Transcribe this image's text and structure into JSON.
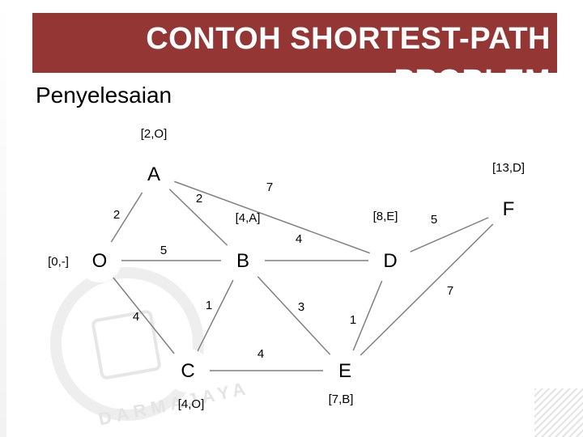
{
  "title": "CONTOH SHORTEST-PATH PROBLEM",
  "subtitle": "Penyelesaian",
  "colors": {
    "title_bar": "#943634",
    "title_text": "#ffffff",
    "node_fill": "#ffffff",
    "edge": "#7f7f7f"
  },
  "watermark": {
    "logo_text": "DARMAJAYA"
  },
  "nodes": [
    {
      "id": "A",
      "label": "A",
      "annotation": "[2,O]"
    },
    {
      "id": "O",
      "label": "O",
      "annotation": "[0,-]"
    },
    {
      "id": "B",
      "label": "B",
      "annotation": "[4,A]"
    },
    {
      "id": "C",
      "label": "C",
      "annotation": "[4,O]"
    },
    {
      "id": "D",
      "label": "D",
      "annotation": "[8,E]"
    },
    {
      "id": "E",
      "label": "E",
      "annotation": "[7,B]"
    },
    {
      "id": "F",
      "label": "F",
      "annotation": "[13,D]"
    }
  ],
  "edges": [
    {
      "from": "O",
      "to": "A",
      "weight": "2"
    },
    {
      "from": "O",
      "to": "B",
      "weight": "5"
    },
    {
      "from": "O",
      "to": "C",
      "weight": "4"
    },
    {
      "from": "A",
      "to": "B",
      "weight": "2"
    },
    {
      "from": "A",
      "to": "D",
      "weight": "7"
    },
    {
      "from": "B",
      "to": "C",
      "weight": "1"
    },
    {
      "from": "B",
      "to": "D",
      "weight": "4"
    },
    {
      "from": "B",
      "to": "E",
      "weight": "3"
    },
    {
      "from": "C",
      "to": "E",
      "weight": "4"
    },
    {
      "from": "D",
      "to": "E",
      "weight": "1"
    },
    {
      "from": "D",
      "to": "F",
      "weight": "5"
    },
    {
      "from": "E",
      "to": "F",
      "weight": "7"
    }
  ]
}
